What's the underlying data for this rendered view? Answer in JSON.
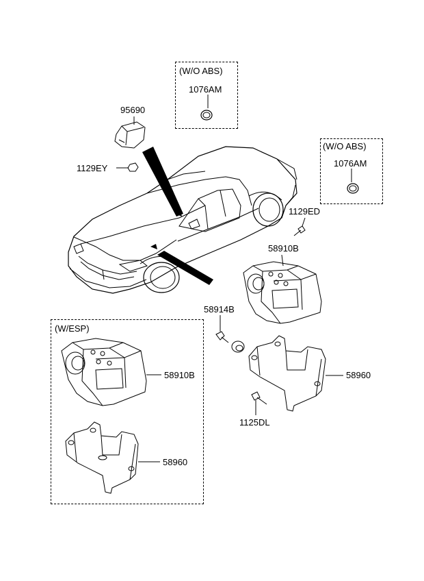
{
  "callouts": {
    "wo_abs_1": {
      "title": "(W/O ABS)",
      "part": "1076AM"
    },
    "wo_abs_2": {
      "title": "(W/O ABS)",
      "part": "1076AM"
    },
    "w_esp": {
      "title": "(W/ESP)",
      "part_hecu": "58910B",
      "part_bracket": "58960"
    }
  },
  "parts": {
    "sensor": "95690",
    "sensor_nut": "1129EY",
    "bolt_top": "1129ED",
    "hecu": "58910B",
    "bushing": "58914B",
    "bracket": "58960",
    "bracket_bolt": "1125DL"
  }
}
